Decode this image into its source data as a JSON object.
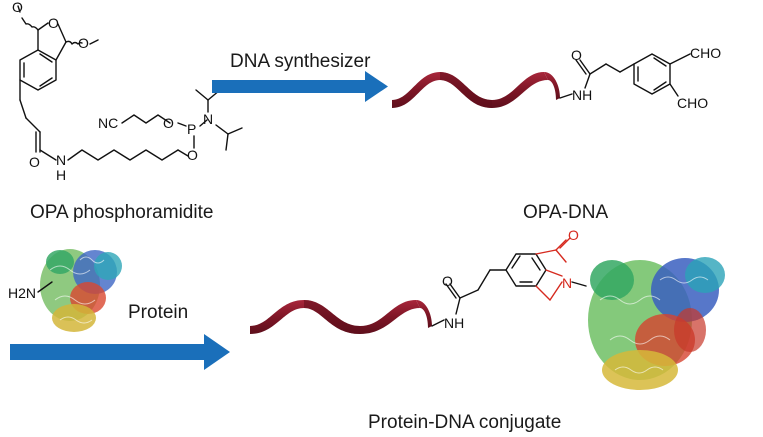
{
  "labels": {
    "reagent_name": "OPA phosphoramidite",
    "step1_arrow_label": "DNA synthesizer",
    "product1_name": "OPA-DNA",
    "step2_arrow_label": "Protein",
    "product2_name": "Protein-DNA conjugate"
  },
  "atoms": {
    "O": "O",
    "OMe_left": "O",
    "OMe_right": "O",
    "NH": "H",
    "N": "N",
    "P": "P",
    "NC": "NC",
    "CHO": "CHO",
    "NH_dna": "NH",
    "H2N": "H2N",
    "N_red": "N",
    "O_red": "O"
  },
  "colors": {
    "arrow": "#1a6fba",
    "dna_ribbon": "#8c1d2e",
    "lactam_highlight": "#d62a1f",
    "text": "#1a1a1a"
  }
}
